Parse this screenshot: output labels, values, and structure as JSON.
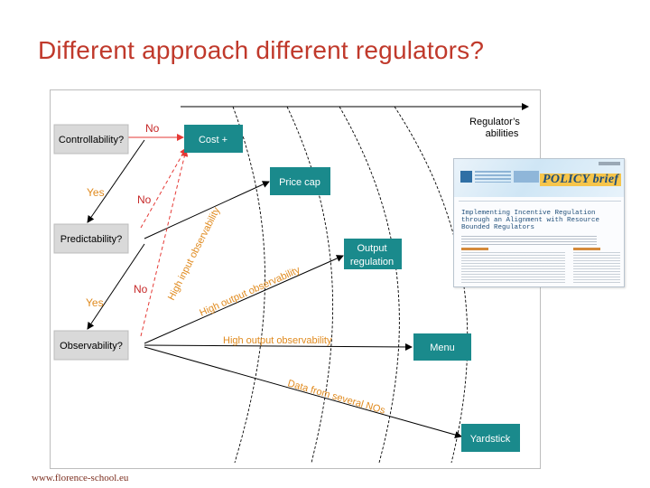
{
  "slide": {
    "title": "Different approach different regulators?",
    "footer_url": "www.florence-school.eu"
  },
  "diagram": {
    "axis_label_line1": "Regulator’s",
    "axis_label_line2": "abilities",
    "questions": {
      "controllability": "Controllability?",
      "predictability": "Predictability?",
      "observability": "Observability?"
    },
    "regulators": {
      "cost_plus": "Cost +",
      "price_cap": "Price cap",
      "output_regulation_line1": "Output",
      "output_regulation_line2": "regulation",
      "menu": "Menu",
      "yardstick": "Yardstick"
    },
    "edge_labels": {
      "no_1": "No",
      "yes_1": "Yes",
      "no_2": "No",
      "yes_2": "Yes",
      "no_3": "No",
      "high_input_observability": "High input observability",
      "high_output_observability_diag": "High output observability",
      "high_output_observability": "High output observability",
      "data_from_several_nos": "Data from several NOs"
    },
    "colors": {
      "teal_box": "#1a8a8c",
      "red_line": "#e53935",
      "edge_label_orange": "#e08a1e",
      "edge_label_red": "#c62828",
      "box_gray": "#d9d9d9"
    }
  },
  "policy_brief": {
    "brand": "POLICY brief",
    "heading_line1": "Implementing Incentive Regulation",
    "heading_line2": "through an Alignment with Resource",
    "heading_line3": "Bounded Regulators"
  }
}
